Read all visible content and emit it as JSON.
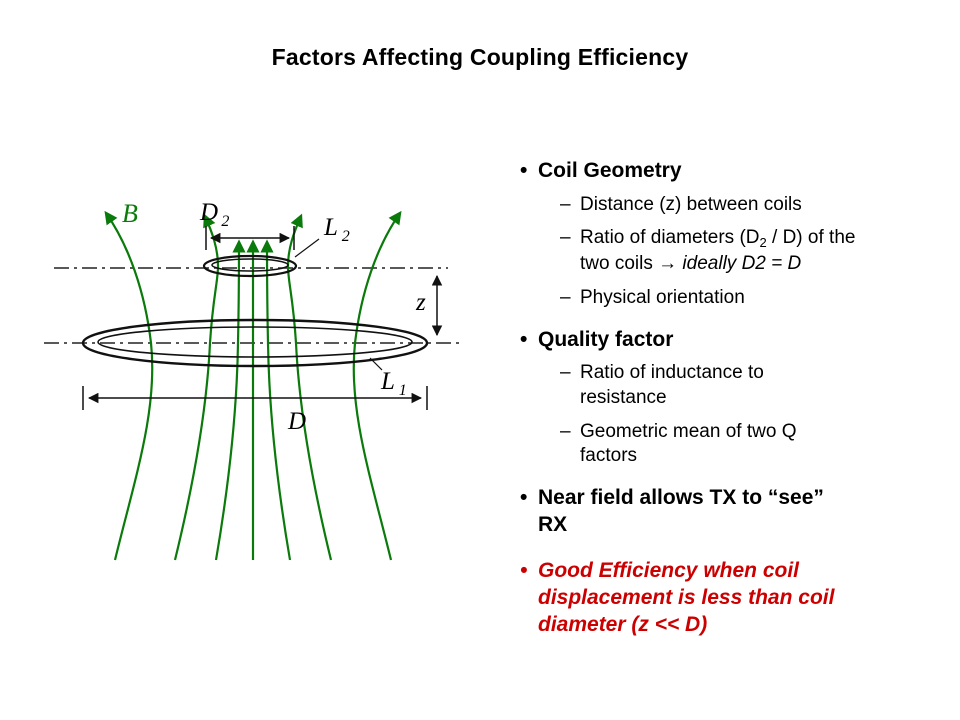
{
  "slide": {
    "title": "Factors Affecting Coupling Efficiency"
  },
  "diagram": {
    "labels": {
      "b": "B",
      "d2": {
        "main": "D",
        "sub": "2"
      },
      "l2": {
        "main": "L",
        "sub": "2"
      },
      "z": "z",
      "l1": {
        "main": "L",
        "sub": "1"
      },
      "d": "D"
    },
    "colors": {
      "field_line_green": "#0a7a0a",
      "outline_black": "#111111"
    }
  },
  "content": {
    "bullet_marker": "•",
    "dash_marker": "–",
    "coil_geometry": {
      "title": "Coil Geometry",
      "sub1": "Distance (z) between coils",
      "sub2_pre": "Ratio of diameters (D",
      "sub2_sub": "2",
      "sub2_mid": " / D) of the two coils ",
      "sub2_arrow": "→",
      "sub2_italic": " ideally D2 = D",
      "sub3": "Physical orientation"
    },
    "quality_factor": {
      "title": "Quality factor",
      "sub1": "Ratio of inductance to resistance",
      "sub2": "Geometric mean of two Q factors"
    },
    "near_field": {
      "title": "Near field allows TX to “see” RX"
    },
    "good_efficiency": {
      "title": "Good Efficiency when coil displacement is less than coil diameter (z << D)"
    }
  },
  "colors": {
    "emphasis_red": "#cc0000"
  }
}
